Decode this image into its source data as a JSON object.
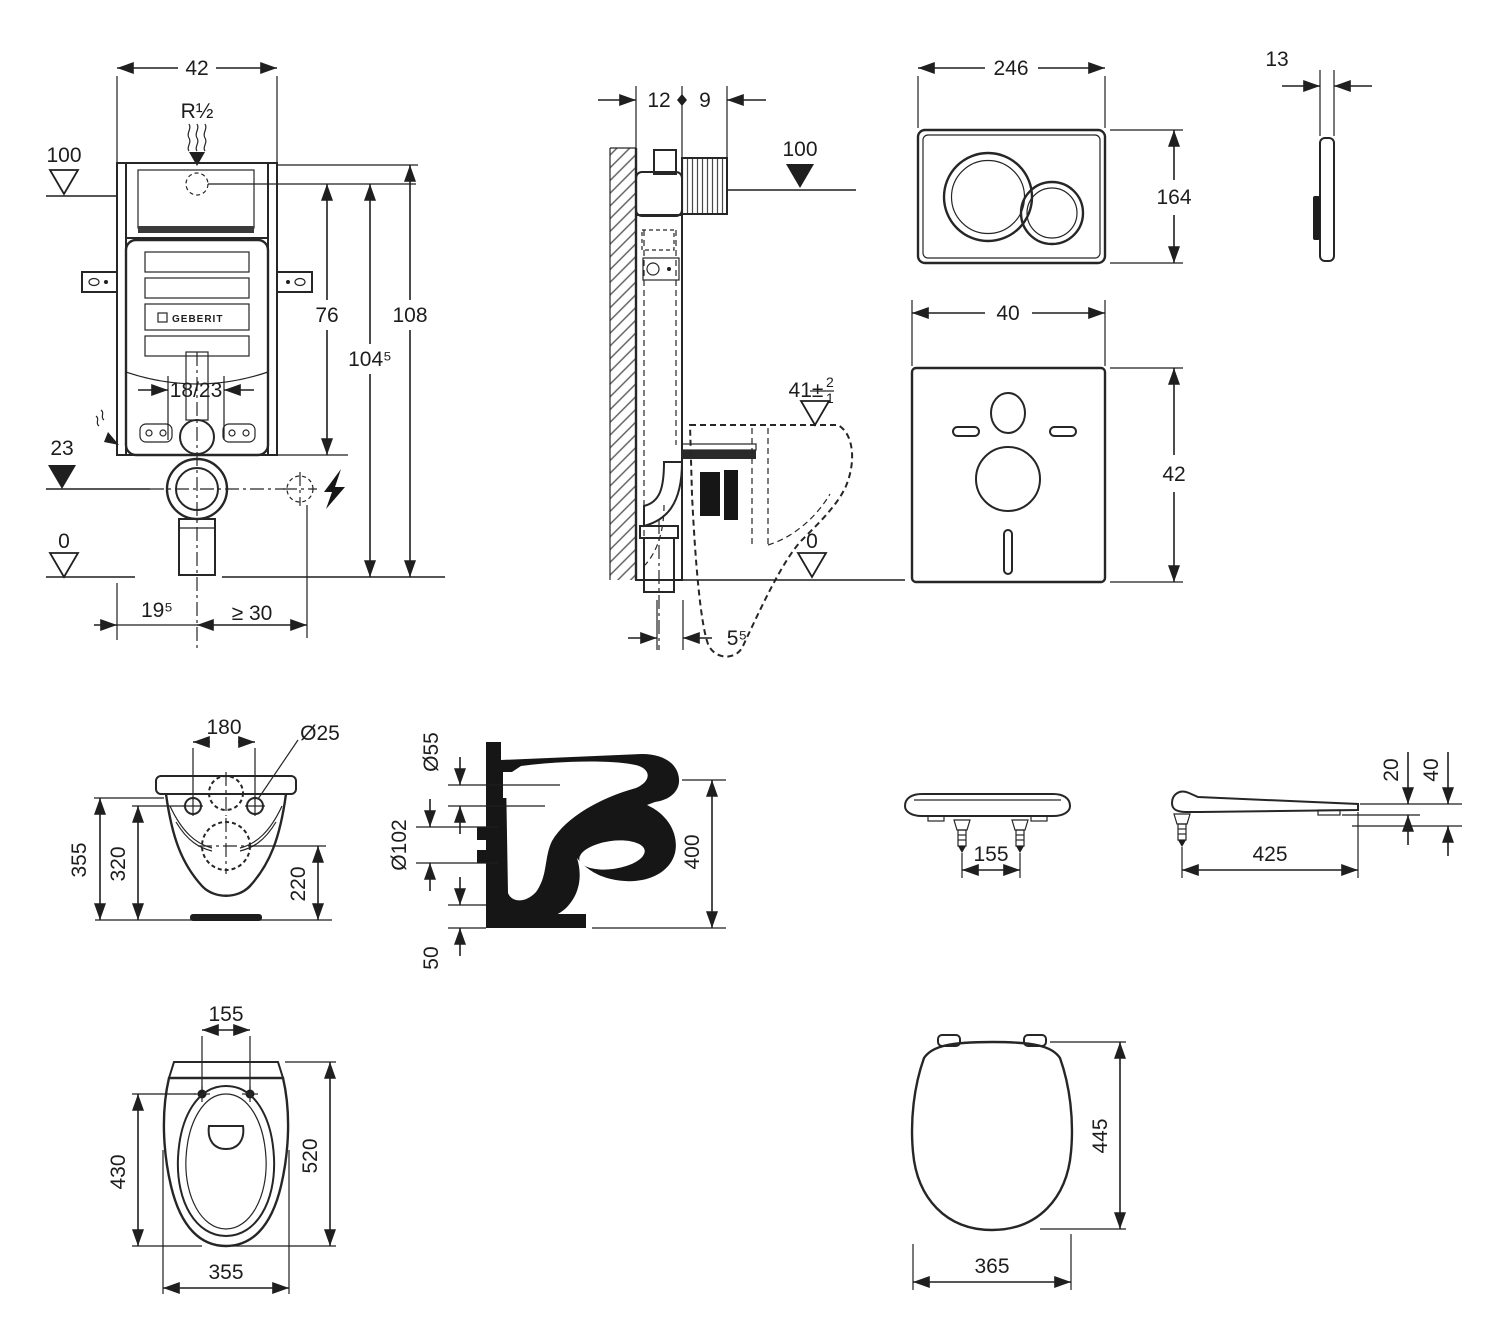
{
  "page": {
    "background": "#ffffff",
    "line_color": "#262626",
    "description": "Technical installation drawing, wall-hung WC with concealed cistern frame, flush plate, sound insulation mat, bowl and seat dimension views"
  },
  "drawings": {
    "frame_front": {
      "logo": "GEBERIT",
      "dims": {
        "width": "42",
        "supply_thread": "R½",
        "level_supply": "100",
        "height_flush": "76",
        "height_frame": "108",
        "height_supply": "104⁵",
        "outlet_depth": "18/23",
        "level_outlet": "23",
        "level_floor": "0",
        "offset_left": "19⁵",
        "clearance_electrical": "≥ 30"
      }
    },
    "frame_side": {
      "dims": {
        "depth_frame": "12",
        "depth_box": "9",
        "level_actuation": "100",
        "rim_prefix": "41±",
        "rim_tol_plus": "2",
        "rim_tol_minus": "1",
        "level_floor": "0",
        "outlet_offset": "5⁵"
      }
    },
    "plate_front": {
      "dims": {
        "width": "246",
        "height": "164"
      }
    },
    "plate_side": {
      "dims": {
        "thickness": "13"
      }
    },
    "sound_mat": {
      "dims": {
        "width": "40",
        "height": "42"
      }
    },
    "bowl_rear": {
      "dims": {
        "bolt_spacing": "180",
        "bolt_dia": "Ø25",
        "height_total": "355",
        "height_bolts": "320",
        "height_outlet": "220"
      }
    },
    "bowl_section": {
      "dims": {
        "inlet_dia": "Ø55",
        "outlet_dia": "Ø102",
        "rim_height": "400",
        "foot_height": "50"
      }
    },
    "seat_front": {
      "dims": {
        "hinge_spacing": "155"
      }
    },
    "seat_side": {
      "dims": {
        "length": "425",
        "thickness": "20",
        "height": "40"
      }
    },
    "bowl_top": {
      "dims": {
        "bolt_spacing": "155",
        "depth_inner": "430",
        "depth": "520",
        "width": "355"
      }
    },
    "seat_top": {
      "dims": {
        "length": "445",
        "width": "365"
      }
    }
  }
}
